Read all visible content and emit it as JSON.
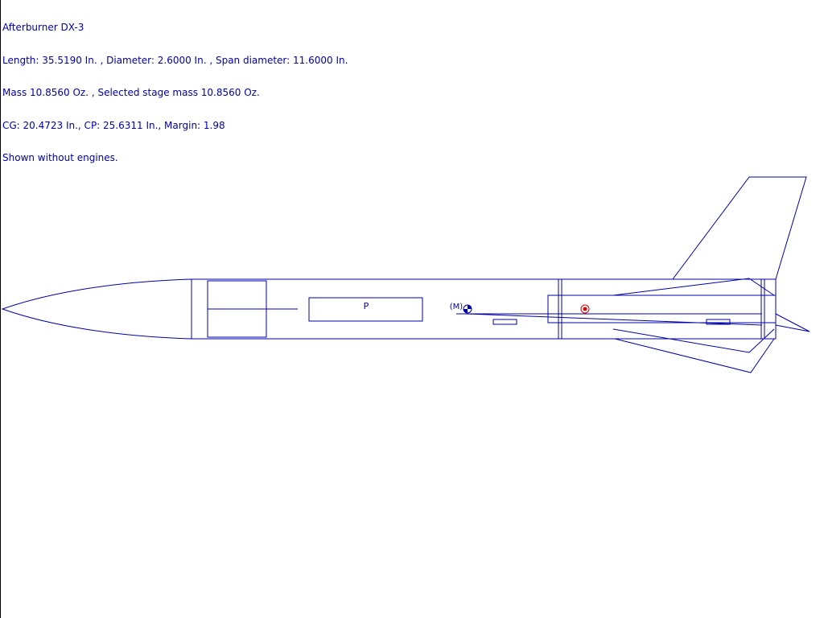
{
  "info": {
    "name": "Afterburner DX-3",
    "dimensions": "Length: 35.5190 In. , Diameter: 2.6000 In. , Span diameter: 11.6000 In.",
    "mass": "Mass 10.8560 Oz. , Selected stage mass 10.8560 Oz.",
    "stability": "CG: 20.4723 In., CP: 25.6311 In., Margin: 1.98",
    "note": "Shown without engines."
  },
  "labels": {
    "parachute": "P",
    "mass_object": "(M)"
  },
  "colors": {
    "outline": "#0000aa",
    "text": "#0000aa",
    "cp_marker": "#dd0000",
    "background": "#ffffff"
  }
}
